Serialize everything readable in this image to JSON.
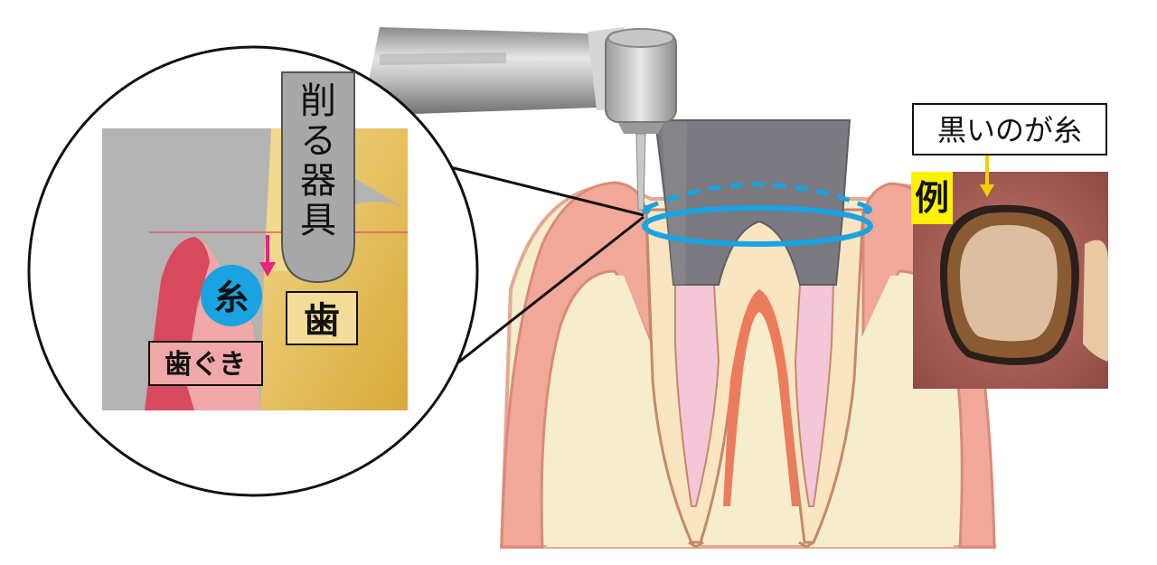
{
  "labels": {
    "tool": "削る器具",
    "thread": "糸",
    "tooth": "歯",
    "gum": "歯ぐき",
    "photo_caption": "黒いのが糸",
    "example": "例"
  },
  "colors": {
    "thread_blue": "#19a3e0",
    "pointer_pink": "#e8237a",
    "gum_red": "#d84a5e",
    "gum_pink": "#f0a8a8",
    "tooth_gold": "#e8c060",
    "crown_prep_gray": "#7a7a80",
    "example_highlight": "#fff200",
    "arrow_yellow": "#f5d000"
  },
  "icons": {
    "tool": "dental-handpiece-icon",
    "pointer": "down-arrow-icon"
  }
}
